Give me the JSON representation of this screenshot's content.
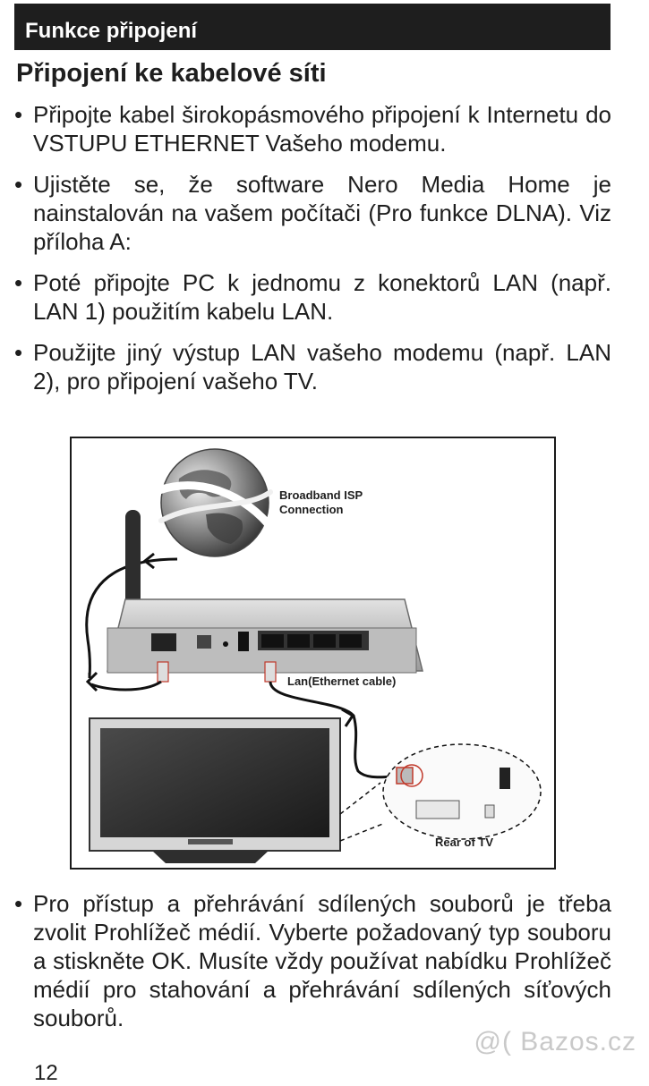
{
  "section_title": "Funkce připojení",
  "heading": "Připojení ke kabelové síti",
  "bullets_top": [
    "Připojte kabel širokopásmového připojení k Internetu do VSTUPU ETHERNET Vašeho modemu.",
    "Ujistěte se, že software Nero Media Home je nainstalován na vašem počítači (Pro funkce DLNA). Viz příloha A:",
    "Poté připojte PC k jednomu z konektorů LAN (např. LAN 1) použitím kabelu LAN.",
    "Použijte jiný výstup LAN vašeho modemu (např. LAN 2), pro připojení vašeho TV."
  ],
  "bullets_bottom": [
    "Pro přístup a přehrávání sdílených souborů je třeba zvolit Prohlížeč médií. Vyberte požadovaný typ souboru a stiskněte OK. Musíte vždy používat nabídku Prohlížeč médií pro stahování a přehrávání sdílených síťových souborů."
  ],
  "diagram": {
    "isp_label_line1": "Broadband ISP",
    "isp_label_line2": "Connection",
    "cable_label": "Lan(Ethernet cable)",
    "rear_label": "Rear of TV",
    "icons": [
      "globe-icon",
      "router-icon",
      "tv-icon",
      "ethernet-plug-icon"
    ]
  },
  "bullet_char": "•",
  "watermark": "@( Bazos.cz",
  "page_number": "12"
}
